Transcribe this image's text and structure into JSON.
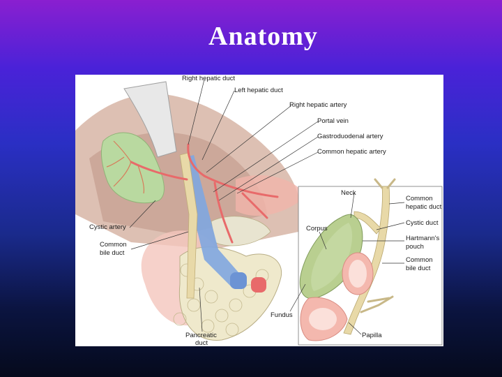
{
  "slide": {
    "title": "Anatomy"
  },
  "diagram": {
    "labels_main": {
      "right_hepatic_duct": "Right hepatic duct",
      "left_hepatic_duct": "Left hepatic duct",
      "right_hepatic_artery": "Right hepatic artery",
      "portal_vein": "Portal vein",
      "gastroduodenal_artery": "Gastroduodenal artery",
      "common_hepatic_artery": "Common hepatic artery",
      "cystic_artery": "Cystic artery",
      "common_bile_duct_1": "Common",
      "common_bile_duct_2": "bile duct",
      "pancreatic_duct_1": "Pancreatic",
      "pancreatic_duct_2": "duct"
    },
    "labels_inset": {
      "neck": "Neck",
      "corpus": "Corpus",
      "fundus": "Fundus",
      "papilla": "Papilla",
      "common_hepatic_duct_1": "Common",
      "common_hepatic_duct_2": "hepatic duct",
      "cystic_duct": "Cystic duct",
      "hartmanns_pouch_1": "Hartmann's",
      "hartmanns_pouch_2": "pouch",
      "common_bile_duct_1": "Common",
      "common_bile_duct_2": "bile duct"
    },
    "colors": {
      "liver": "#c9a898",
      "gallbladder": "#b9d9a0",
      "artery": "#e86a6a",
      "vein": "#7fa6e0",
      "duct": "#e8d9a8",
      "pancreas": "#efe9cc"
    }
  }
}
